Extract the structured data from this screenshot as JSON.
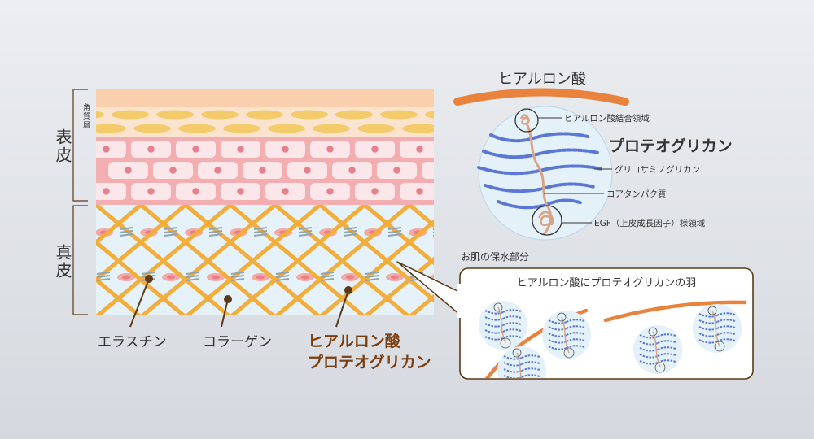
{
  "skin": {
    "epidermis_label": "表皮",
    "dermis_label": "真皮",
    "stratum_corneum_label": "角質層",
    "callouts": {
      "elastin": "エラスチン",
      "collagen": "コラーゲン",
      "hyaluronic_line1": "ヒアルロン酸",
      "hyaluronic_line2": "プロテオグリカン"
    }
  },
  "proteoglycan": {
    "hyaluronic_acid_label": "ヒアルロン酸",
    "binding_domain_label": "ヒアルロン酸結合領域",
    "title": "プロテオグリカン",
    "gag_label": "グリコサミノグリカン",
    "core_protein_label": "コアタンパク質",
    "egf_label": "EGF（上皮成長因子）様領域"
  },
  "moisture": {
    "section_label": "お肌の保水部分",
    "panel_title": "ヒアルロン酸にプロテオグリカンの羽"
  },
  "colors": {
    "corneum": "#f9cfae",
    "granular_bg": "#fbe4cf",
    "granular_cell": "#f3cb6a",
    "spinous_bg": "#f2aeb1",
    "spinous_cell": "#fbe7ea",
    "nucleus": "#e87f8c",
    "dermis_bg": "#e6f2f9",
    "fiber": "#f3ad3b",
    "elastin": "#8fa4ad",
    "hyaluronic": "#e8823c",
    "gag": "#5b77d6",
    "core": "#d9a483",
    "callout_text": "#7a3e10"
  }
}
